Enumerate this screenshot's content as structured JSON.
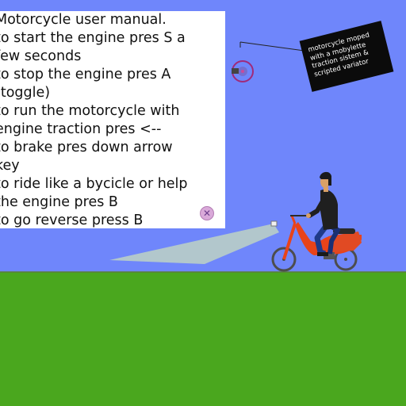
{
  "manual": {
    "lines": [
      "Motorcycle user manual.",
      "to start the engine pres S a",
      "few seconds",
      "to stop the engine pres A",
      "(toggle)",
      "to run the motorcycle with",
      "engine traction pres <--",
      "to brake pres down arrow",
      "key",
      "to ride like a bycicle or help",
      "the engine pres B",
      "to go reverse press B"
    ]
  },
  "tooltip": {
    "lines": [
      "motorcycle moped",
      "with a mobylette",
      "traction sistem &",
      "scripted variator"
    ]
  },
  "colors": {
    "sky": "#6f86fb",
    "ground": "#4aa71e",
    "scooter_body": "#e8431a",
    "headlight_beam": "#b7cdc8",
    "rider_jacket": "#1f1f1f",
    "rider_jeans": "#1f3a8a",
    "target_ring": "#a02a7a"
  },
  "icons": {
    "close": "close-icon",
    "target": "target-icon"
  }
}
